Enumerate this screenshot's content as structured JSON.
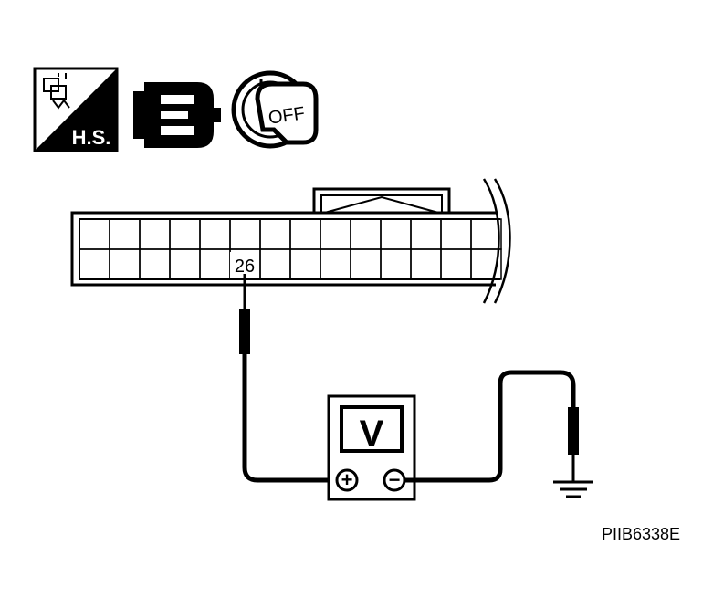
{
  "icons": {
    "harness_icon": {
      "label": "H.S."
    },
    "connector_disconnect_icon": {},
    "ignition_key_icon": {
      "label": "OFF"
    }
  },
  "connector": {
    "rows": 2,
    "columns": 14,
    "terminal_label": "26"
  },
  "voltmeter": {
    "symbol": "V",
    "positive_symbol": "+",
    "negative_symbol": "−"
  },
  "figure_id": "PIIB6338E"
}
